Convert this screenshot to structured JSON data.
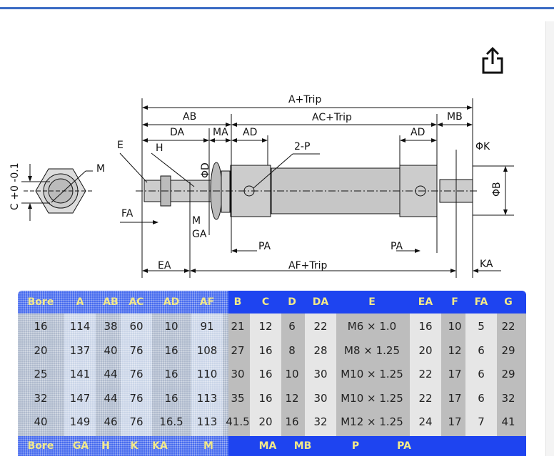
{
  "diagram": {
    "labels": {
      "a_trip": "A+Trip",
      "ab": "AB",
      "ac_trip": "AC+Trip",
      "mb": "MB",
      "da": "DA",
      "ma": "MA",
      "ad1": "AD",
      "ad2": "AD",
      "e": "E",
      "h": "H",
      "two_p": "2-P",
      "phi_k": "ΦK",
      "phi_d": "ΦD",
      "m_hex": "M",
      "c_tol": "C +0 -0.1",
      "phi_b": "ΦB",
      "fa": "FA",
      "m": "M",
      "ga": "GA",
      "pa1": "PA",
      "pa2": "PA",
      "ea": "EA",
      "af_trip": "AF+Trip",
      "ka": "KA"
    }
  },
  "table": {
    "headers": [
      "Bore",
      "A",
      "AB",
      "AC",
      "AD",
      "AF",
      "B",
      "C",
      "D",
      "DA",
      "E",
      "EA",
      "F",
      "FA",
      "G"
    ],
    "rows": [
      [
        "16",
        "114",
        "38",
        "60",
        "10",
        "91",
        "21",
        "12",
        "6",
        "22",
        "M6 × 1.0",
        "16",
        "10",
        "5",
        "22"
      ],
      [
        "20",
        "137",
        "40",
        "76",
        "16",
        "108",
        "27",
        "16",
        "8",
        "28",
        "M8 × 1.25",
        "20",
        "12",
        "6",
        "29"
      ],
      [
        "25",
        "141",
        "44",
        "76",
        "16",
        "110",
        "30",
        "16",
        "10",
        "30",
        "M10 × 1.25",
        "22",
        "17",
        "6",
        "29"
      ],
      [
        "32",
        "147",
        "44",
        "76",
        "16",
        "113",
        "35",
        "16",
        "12",
        "30",
        "M10 × 1.25",
        "22",
        "17",
        "6",
        "32"
      ],
      [
        "40",
        "149",
        "46",
        "76",
        "16.5",
        "113",
        "41.5",
        "20",
        "16",
        "32",
        "M12 × 1.25",
        "24",
        "17",
        "7",
        "41"
      ]
    ],
    "headers2": [
      "Bore",
      "GA",
      "H",
      "K",
      "KA",
      "M",
      "MA",
      "MB",
      "P",
      "PA"
    ]
  },
  "colors": {
    "header_blue": "#1e44f0",
    "header_text": "#f2e98a"
  }
}
